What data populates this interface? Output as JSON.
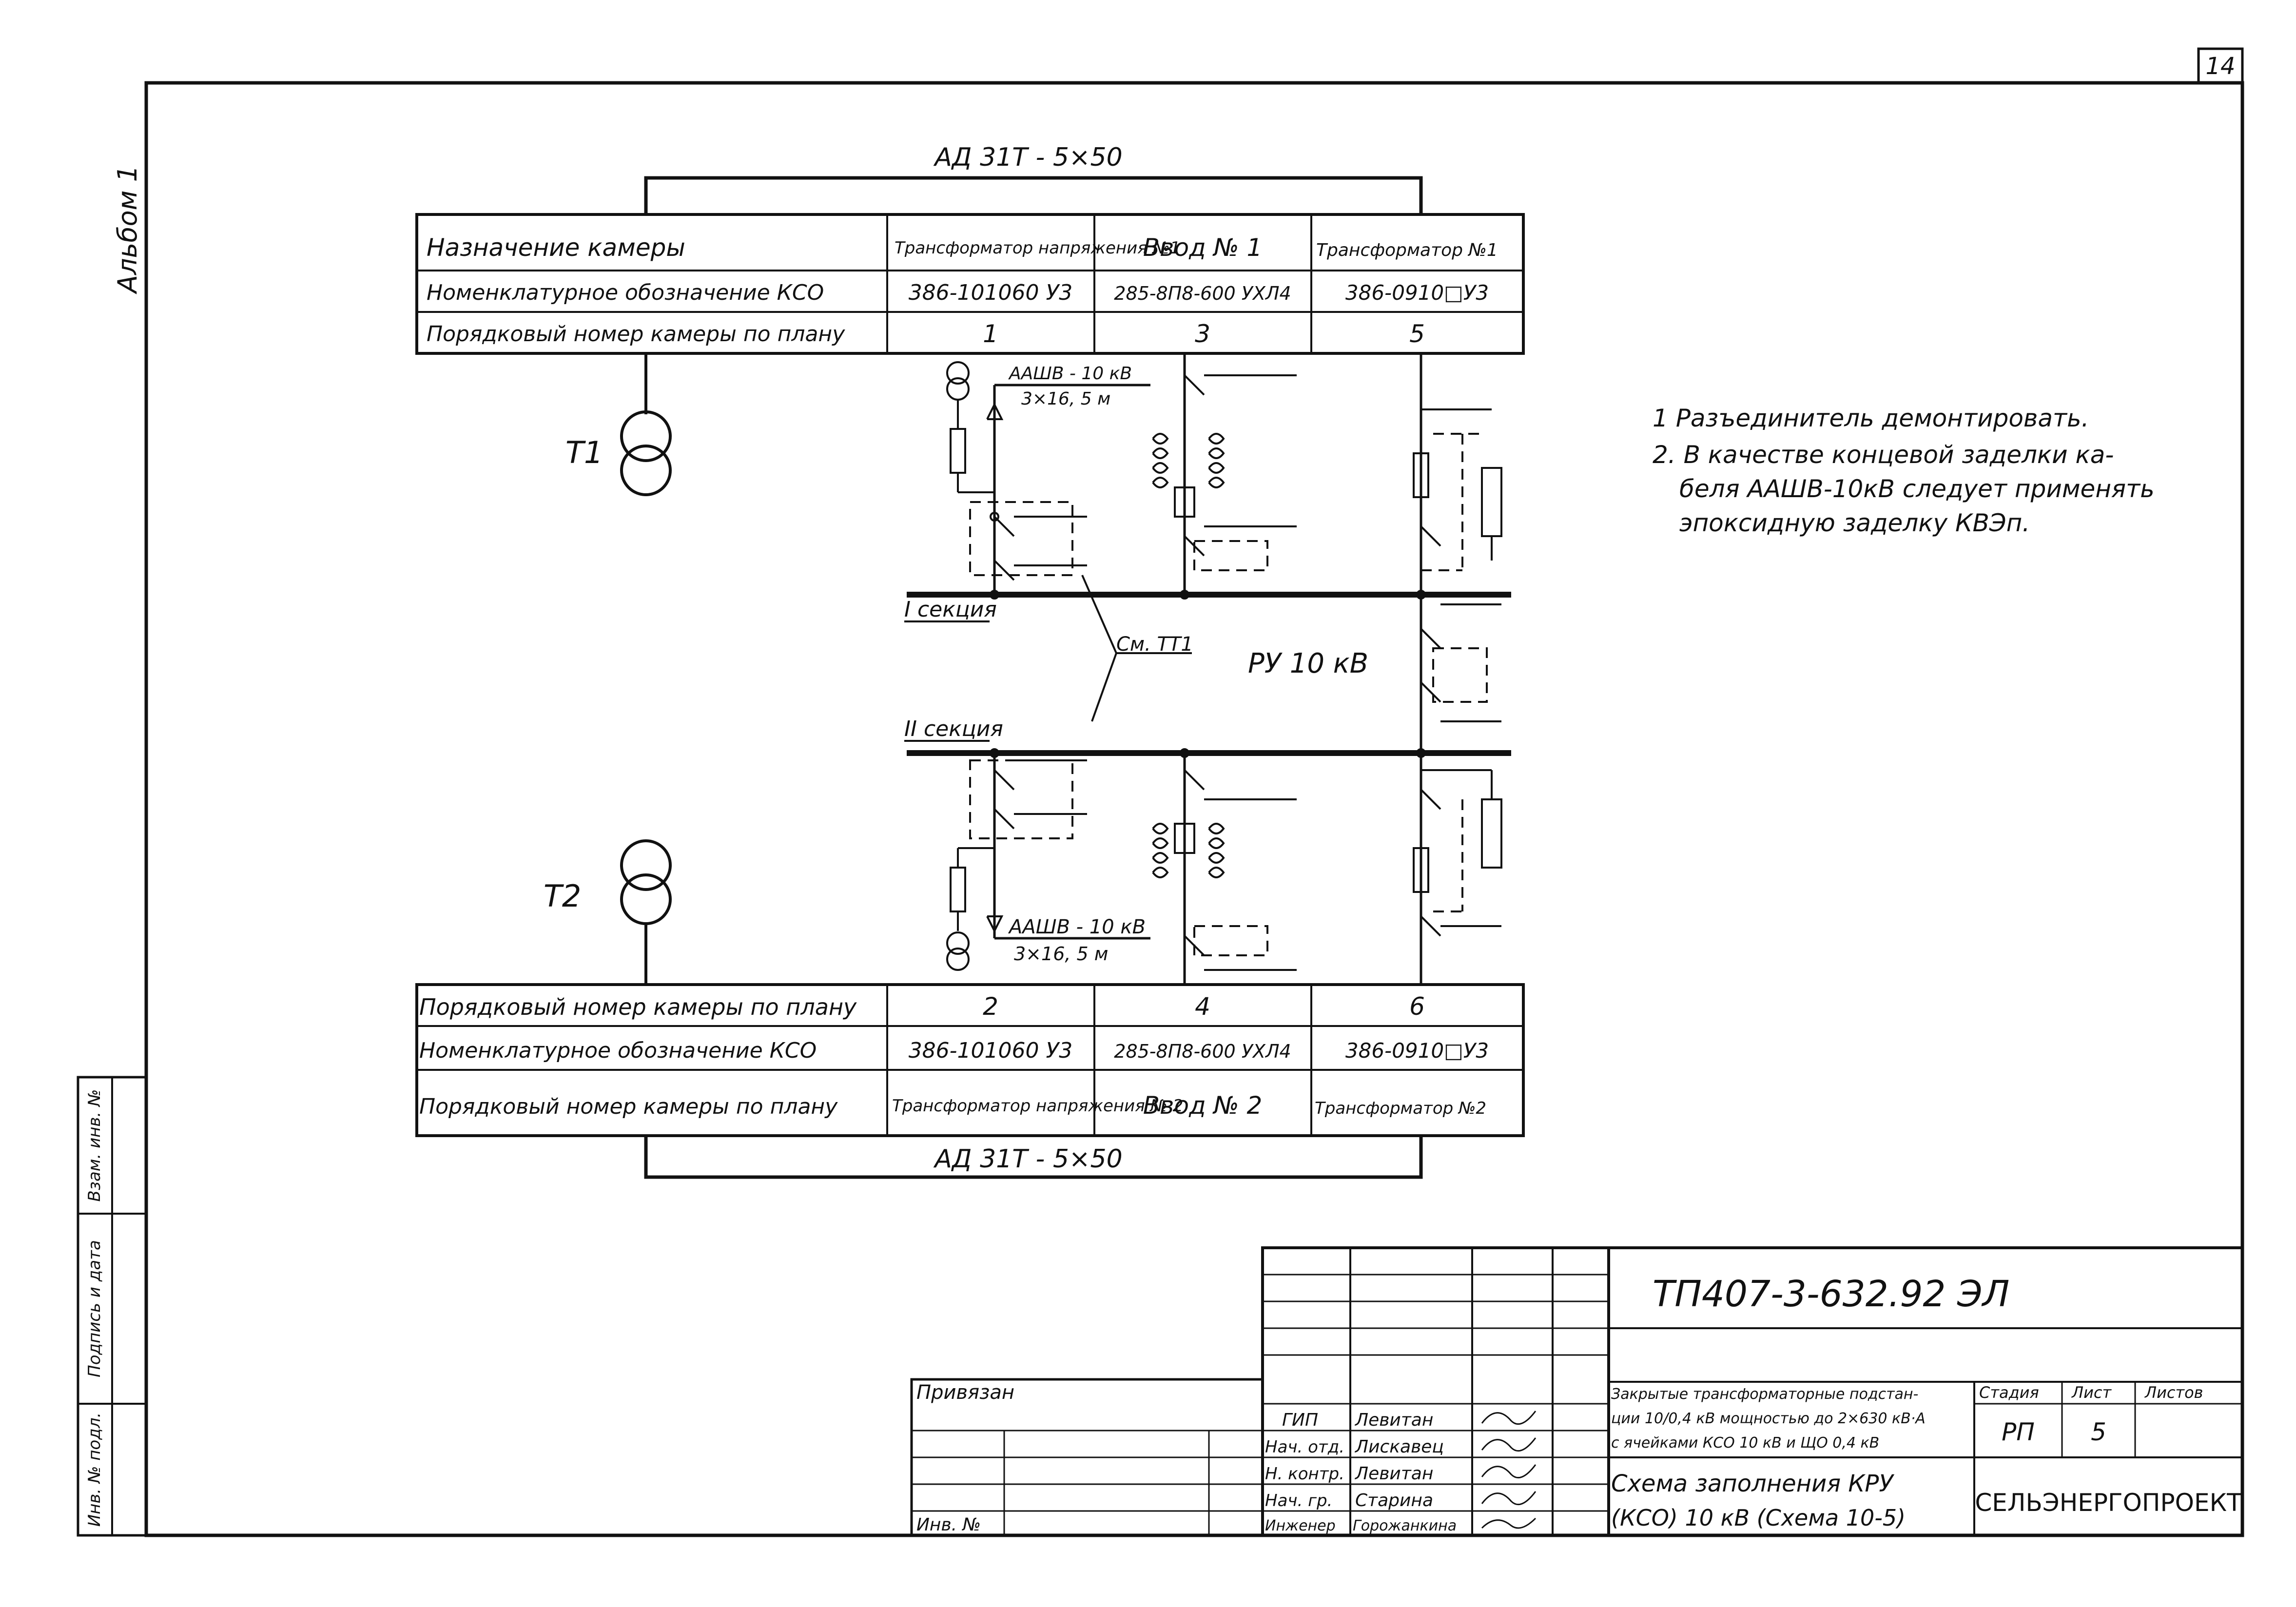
{
  "sheet": {
    "number": "14",
    "album": "Альбом 1"
  },
  "top_cable": "АД 31Т - 5×50",
  "bottom_cable": "АД 31Т - 5×50",
  "top_table": {
    "row_headers": [
      "Назначение камеры",
      "Номенклатурное обозначение КСО",
      "Порядковый номер камеры по плану"
    ],
    "columns": [
      {
        "purpose": "Трансформатор напряжения №1",
        "designation": "386-101060 У3",
        "number": "1"
      },
      {
        "purpose": "Ввод № 1",
        "designation": "285-8П8-600 УХЛ4",
        "number": "3"
      },
      {
        "purpose": "Трансформатор №1",
        "designation": "386-0910□У3",
        "number": "5"
      }
    ]
  },
  "bottom_table": {
    "row_headers": [
      "Порядковый номер камеры по плану",
      "Номенклатурное обозначение КСО",
      "Порядковый номер камеры по плану"
    ],
    "columns": [
      {
        "number": "2",
        "designation": "386-101060 У3",
        "purpose": "Трансформатор напряжения № 2"
      },
      {
        "number": "4",
        "designation": "285-8П8-600 УХЛ4",
        "purpose": "Ввод № 2"
      },
      {
        "number": "6",
        "designation": "386-0910□У3",
        "purpose": "Трансформатор №2"
      }
    ]
  },
  "diagram": {
    "t1": "Т1",
    "t2": "Т2",
    "cable_top_1": "ААШВ - 10 кВ",
    "cable_top_2": "3×16, 5 м",
    "cable_bottom_1": "ААШВ - 10 кВ",
    "cable_bottom_2": "3×16, 5 м",
    "section_1": "I секция",
    "section_2": "II секция",
    "see_ref": "См. ТТ1",
    "switchgear": "РУ 10 кВ"
  },
  "notes": [
    "1 Разъединитель демонтировать.",
    "2. В качестве концевой заделки ка-",
    "беля ААШВ-10кВ следует применять",
    "эпоксидную заделку КВЭп."
  ],
  "side_stamp": [
    "Инв. № подл.",
    "Подпись и дата",
    "Взам. инв. №"
  ],
  "title_block": {
    "code": "ТП407-3-632.92 ЭЛ",
    "bound": "Привязан",
    "inv": "Инв. №",
    "roles": [
      "ГИП",
      "Нач. отд.",
      "Н. контр.",
      "Нач. гр.",
      "Инженер"
    ],
    "names": [
      "Левитан",
      "Лискавец",
      "Левитан",
      "Старина",
      "Горожанкина"
    ],
    "project_desc": [
      "Закрытые трансформаторные подстан-",
      "ции 10/0,4 кВ мощностью до 2×630 кВ·А",
      "с ячейками КСО 10 кВ и ЩО 0,4 кВ"
    ],
    "stage_label": "Стадия",
    "sheet_label": "Лист",
    "sheets_label": "Листов",
    "stage": "РП",
    "sheet": "5",
    "sheets": "",
    "drawing_title_1": "Схема заполнения КРУ",
    "drawing_title_2": "(КСО) 10 кВ (Схема 10-5)",
    "org": "СЕЛЬЭНЕРГОПРОЕКТ"
  }
}
